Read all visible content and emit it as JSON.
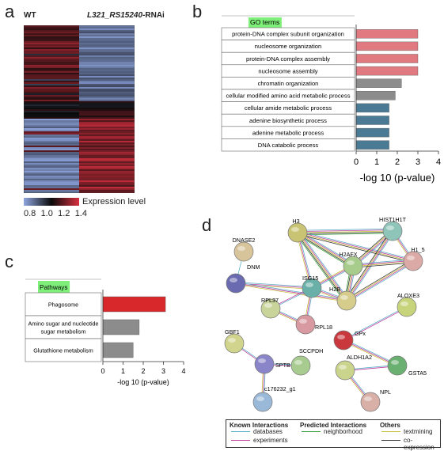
{
  "panels": {
    "a": {
      "letter": "a",
      "col_wt": "WT",
      "col_rnai_gene": "L321_RS15240",
      "col_rnai_suffix": "-RNAi",
      "legend_title": "Expression level",
      "legend_ticks": [
        "0.8",
        "1.0",
        "1.2",
        "1.4"
      ]
    },
    "b": {
      "letter": "b",
      "header": "GO terms",
      "xlabel": "-log 10 (p-value)",
      "x_ticks": [
        "0",
        "1",
        "2",
        "3",
        "4"
      ]
    },
    "c": {
      "letter": "c",
      "header": "Pathways",
      "xlabel": "-log 10 (p-value)",
      "x_ticks": [
        "0",
        "1",
        "2",
        "3",
        "4"
      ]
    },
    "d": {
      "letter": "d",
      "legend": {
        "known_title": "Known Interactions",
        "predicted_title": "Predicted Interactions",
        "others_title": "Others",
        "databases": "databases",
        "experiments": "experiments",
        "neighborhood": "neighborhood",
        "textmining": "textmining",
        "coexpression": "co-expression"
      }
    }
  },
  "chart_data": [
    {
      "type": "bar",
      "panel": "b",
      "categories": [
        "protein-DNA complex subunit organization",
        "nucleosome organization",
        "protein-DNA complex assembly",
        "nucleosome assembly",
        "chromatin organization",
        "cellular modified amino acid metabolic process",
        "cellular amide metabolic process",
        "adenine biosynthetic process",
        "adenine metabolic process",
        "DNA catabolic process"
      ],
      "values": [
        3.0,
        3.0,
        3.0,
        3.0,
        2.2,
        1.9,
        1.6,
        1.6,
        1.6,
        1.6
      ],
      "colors": [
        "#e07a80",
        "#e07a80",
        "#e07a80",
        "#e07a80",
        "#8c8c8c",
        "#8c8c8c",
        "#4b7b94",
        "#4b7b94",
        "#4b7b94",
        "#4b7b94"
      ],
      "orientation": "horizontal",
      "title": "GO terms",
      "xlabel": "-log 10 (p-value)",
      "xlim": [
        0,
        4
      ]
    },
    {
      "type": "bar",
      "panel": "c",
      "categories": [
        "Phagosome",
        "Amino sugar and nucleotide sugar metabolism",
        "Glutathione metabolism"
      ],
      "category_lines": [
        [
          "Phagosome"
        ],
        [
          "Amino sugar and nucleotide",
          "sugar metabolism"
        ],
        [
          "Glutathione metabolism"
        ]
      ],
      "values": [
        3.1,
        1.8,
        1.5
      ],
      "colors": [
        "#d8282c",
        "#8c8c8c",
        "#8c8c8c"
      ],
      "orientation": "horizontal",
      "title": "Pathways",
      "xlabel": "-log 10 (p-value)",
      "xlim": [
        0,
        4
      ]
    }
  ],
  "network": {
    "nodes": [
      {
        "id": "H3",
        "label": "H3",
        "color": "#c8c473"
      },
      {
        "id": "HIST1H1T",
        "label": "HIST1H1T",
        "color": "#8fc5b8"
      },
      {
        "id": "DNASE2",
        "label": "DNASE2",
        "color": "#d8c49a"
      },
      {
        "id": "H2AFX",
        "label": "H2AFX",
        "color": "#a8cc8c"
      },
      {
        "id": "H1_5",
        "label": "H1_5",
        "color": "#dcaaa6"
      },
      {
        "id": "DNM",
        "label": "DNM",
        "color": "#6a6ab0"
      },
      {
        "id": "ISG15",
        "label": "ISG15",
        "color": "#6ab0a8"
      },
      {
        "id": "H2B",
        "label": "H2B",
        "color": "#d6cc8c"
      },
      {
        "id": "ALOXE3",
        "label": "ALOXE3",
        "color": "#c8d47c"
      },
      {
        "id": "RPL37",
        "label": "RPL37",
        "color": "#c8d49a"
      },
      {
        "id": "RPL18",
        "label": "RPL18",
        "color": "#d89aa0"
      },
      {
        "id": "GBF1",
        "label": "GBF1",
        "color": "#d0d48c"
      },
      {
        "id": "GPx",
        "label": "GPx",
        "color": "#c8383c"
      },
      {
        "id": "SPTB",
        "label": "SPTB",
        "color": "#8a84c8"
      },
      {
        "id": "SCCPDH",
        "label": "SCCPDH",
        "color": "#a8cc90"
      },
      {
        "id": "GSTA5",
        "label": "GSTA5",
        "color": "#6ab070"
      },
      {
        "id": "ALDH1A2",
        "label": "ALDH1A2",
        "color": "#cad48c"
      },
      {
        "id": "NPL",
        "label": "NPL",
        "color": "#d8b0a8"
      },
      {
        "id": "c176232_g1",
        "label": "c176232_g1",
        "color": "#9ab8d8"
      }
    ],
    "edges": [
      [
        "H3",
        "HIST1H1T",
        5
      ],
      [
        "H3",
        "H2AFX",
        5
      ],
      [
        "H3",
        "H1_5",
        4
      ],
      [
        "H3",
        "H2B",
        5
      ],
      [
        "H3",
        "ISG15",
        3
      ],
      [
        "HIST1H1T",
        "H2AFX",
        4
      ],
      [
        "HIST1H1T",
        "H1_5",
        3
      ],
      [
        "HIST1H1T",
        "H2B",
        4
      ],
      [
        "H2AFX",
        "H1_5",
        4
      ],
      [
        "H2AFX",
        "H2B",
        5
      ],
      [
        "H2AFX",
        "ISG15",
        3
      ],
      [
        "H1_5",
        "H2B",
        4
      ],
      [
        "ISG15",
        "H2B",
        3
      ],
      [
        "DNM",
        "ISG15",
        3
      ],
      [
        "DNM",
        "H2B",
        3
      ],
      [
        "DNASE2",
        "DNM",
        1
      ],
      [
        "ISG15",
        "RPL37",
        2
      ],
      [
        "ISG15",
        "RPL18",
        3
      ],
      [
        "RPL37",
        "RPL18",
        3
      ],
      [
        "GPx",
        "ALOXE3",
        2
      ],
      [
        "GPx",
        "GSTA5",
        3
      ],
      [
        "ALDH1A2",
        "GSTA5",
        2
      ],
      [
        "ALDH1A2",
        "NPL",
        3
      ],
      [
        "GBF1",
        "SPTB",
        2
      ],
      [
        "SPTB",
        "SCCPDH",
        2
      ],
      [
        "SPTB",
        "c176232_g1",
        3
      ]
    ]
  },
  "colors": {
    "go_red": "#e07a80",
    "go_gray": "#8c8c8c",
    "go_blue": "#4b7b94",
    "pathway_red": "#d8282c",
    "header_highlight": "#7ef07a",
    "heat_low": "#8fa6e0",
    "heat_mid": "#0a0a0a",
    "heat_high": "#d83040"
  }
}
